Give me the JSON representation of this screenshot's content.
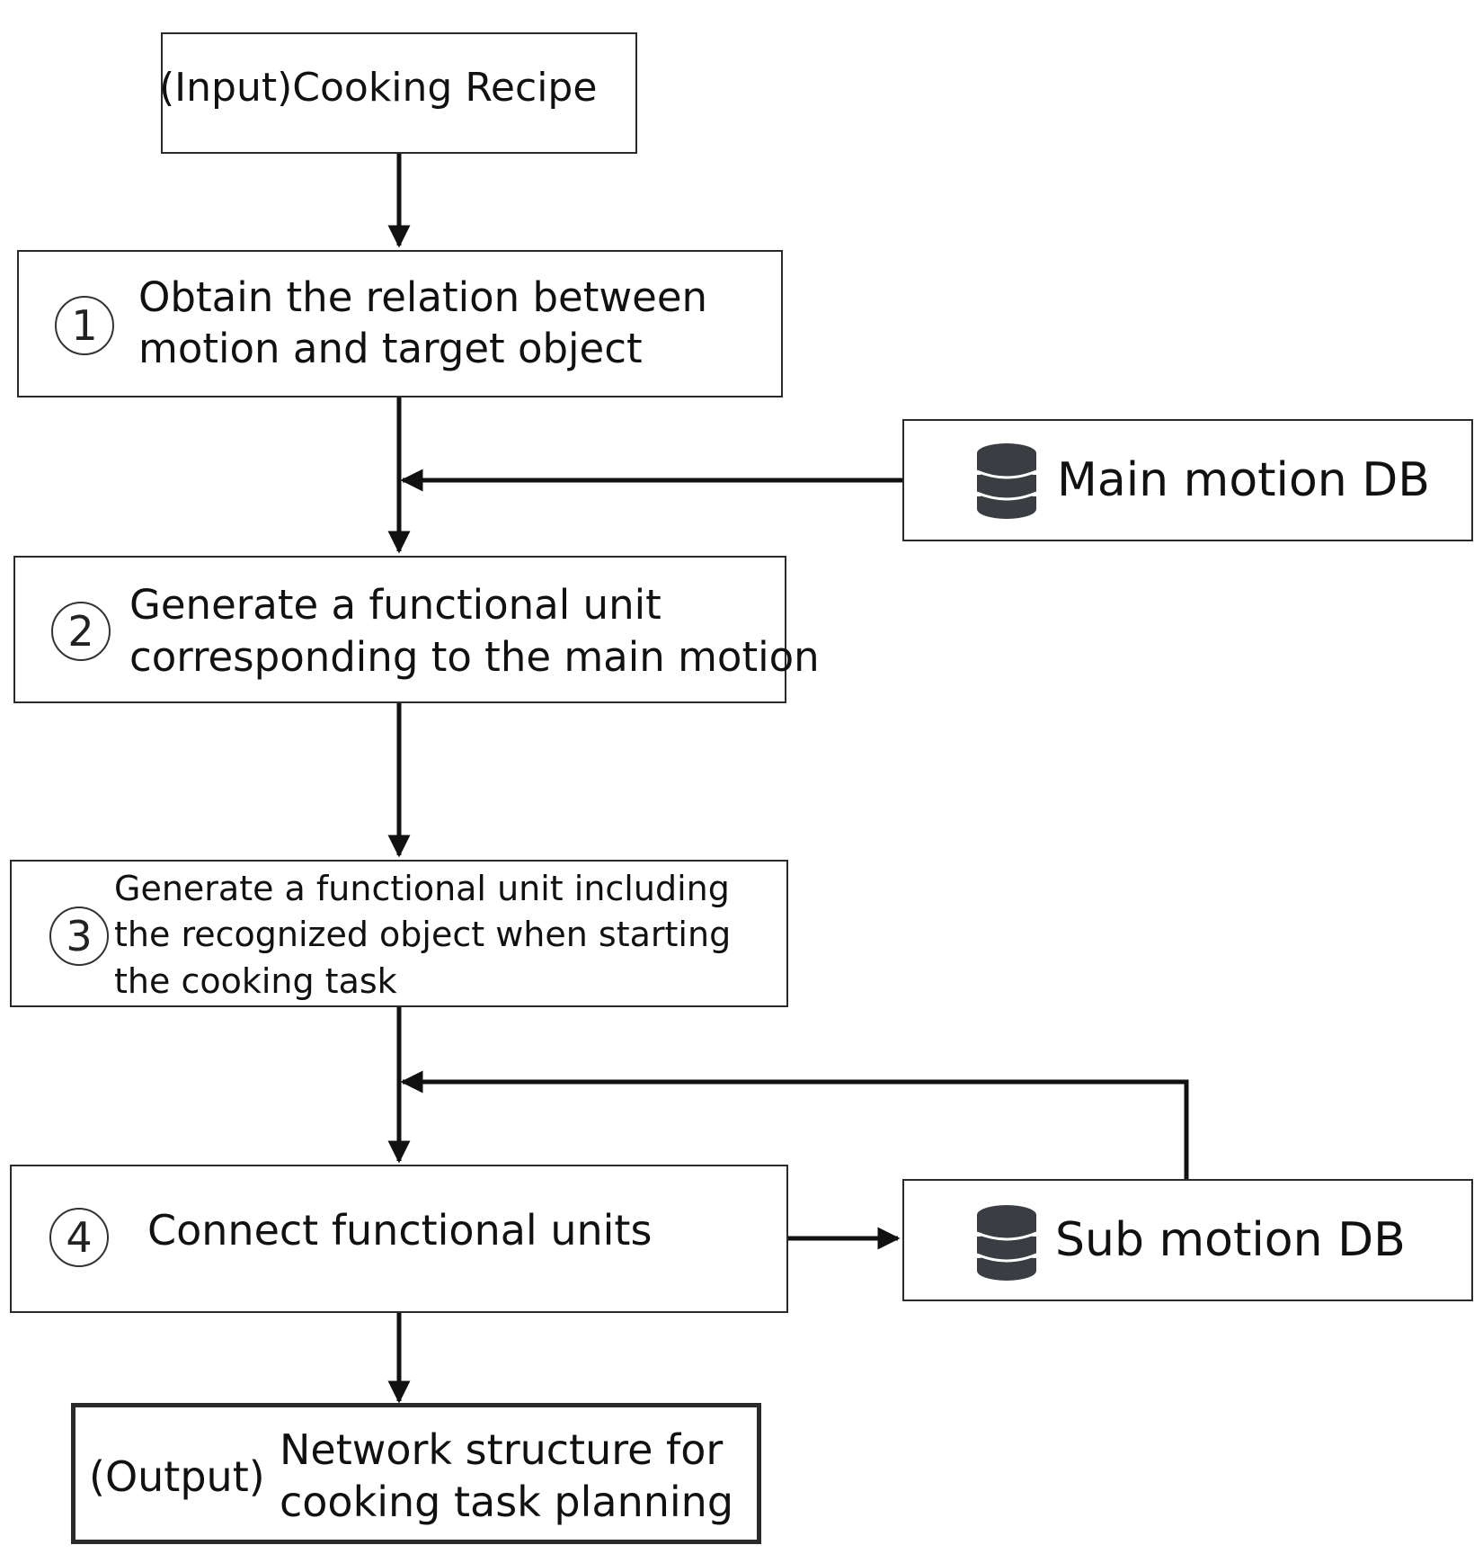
{
  "input": {
    "label": "(Input)Cooking Recipe"
  },
  "steps": [
    {
      "number": "1",
      "lines": [
        "Obtain the relation between",
        "motion and target object"
      ]
    },
    {
      "number": "2",
      "lines": [
        "Generate a functional unit",
        "corresponding to the main motion"
      ]
    },
    {
      "number": "3",
      "lines": [
        "Generate a functional unit including",
        "the recognized object when starting",
        "the cooking task"
      ]
    },
    {
      "number": "4",
      "lines": [
        "Connect functional units"
      ]
    }
  ],
  "databases": [
    {
      "label": "Main motion DB",
      "icon": "database-icon"
    },
    {
      "label": "Sub motion DB",
      "icon": "database-icon"
    }
  ],
  "output": {
    "prefix": "(Output)",
    "lines": [
      "Network structure for",
      "cooking task planning"
    ]
  }
}
